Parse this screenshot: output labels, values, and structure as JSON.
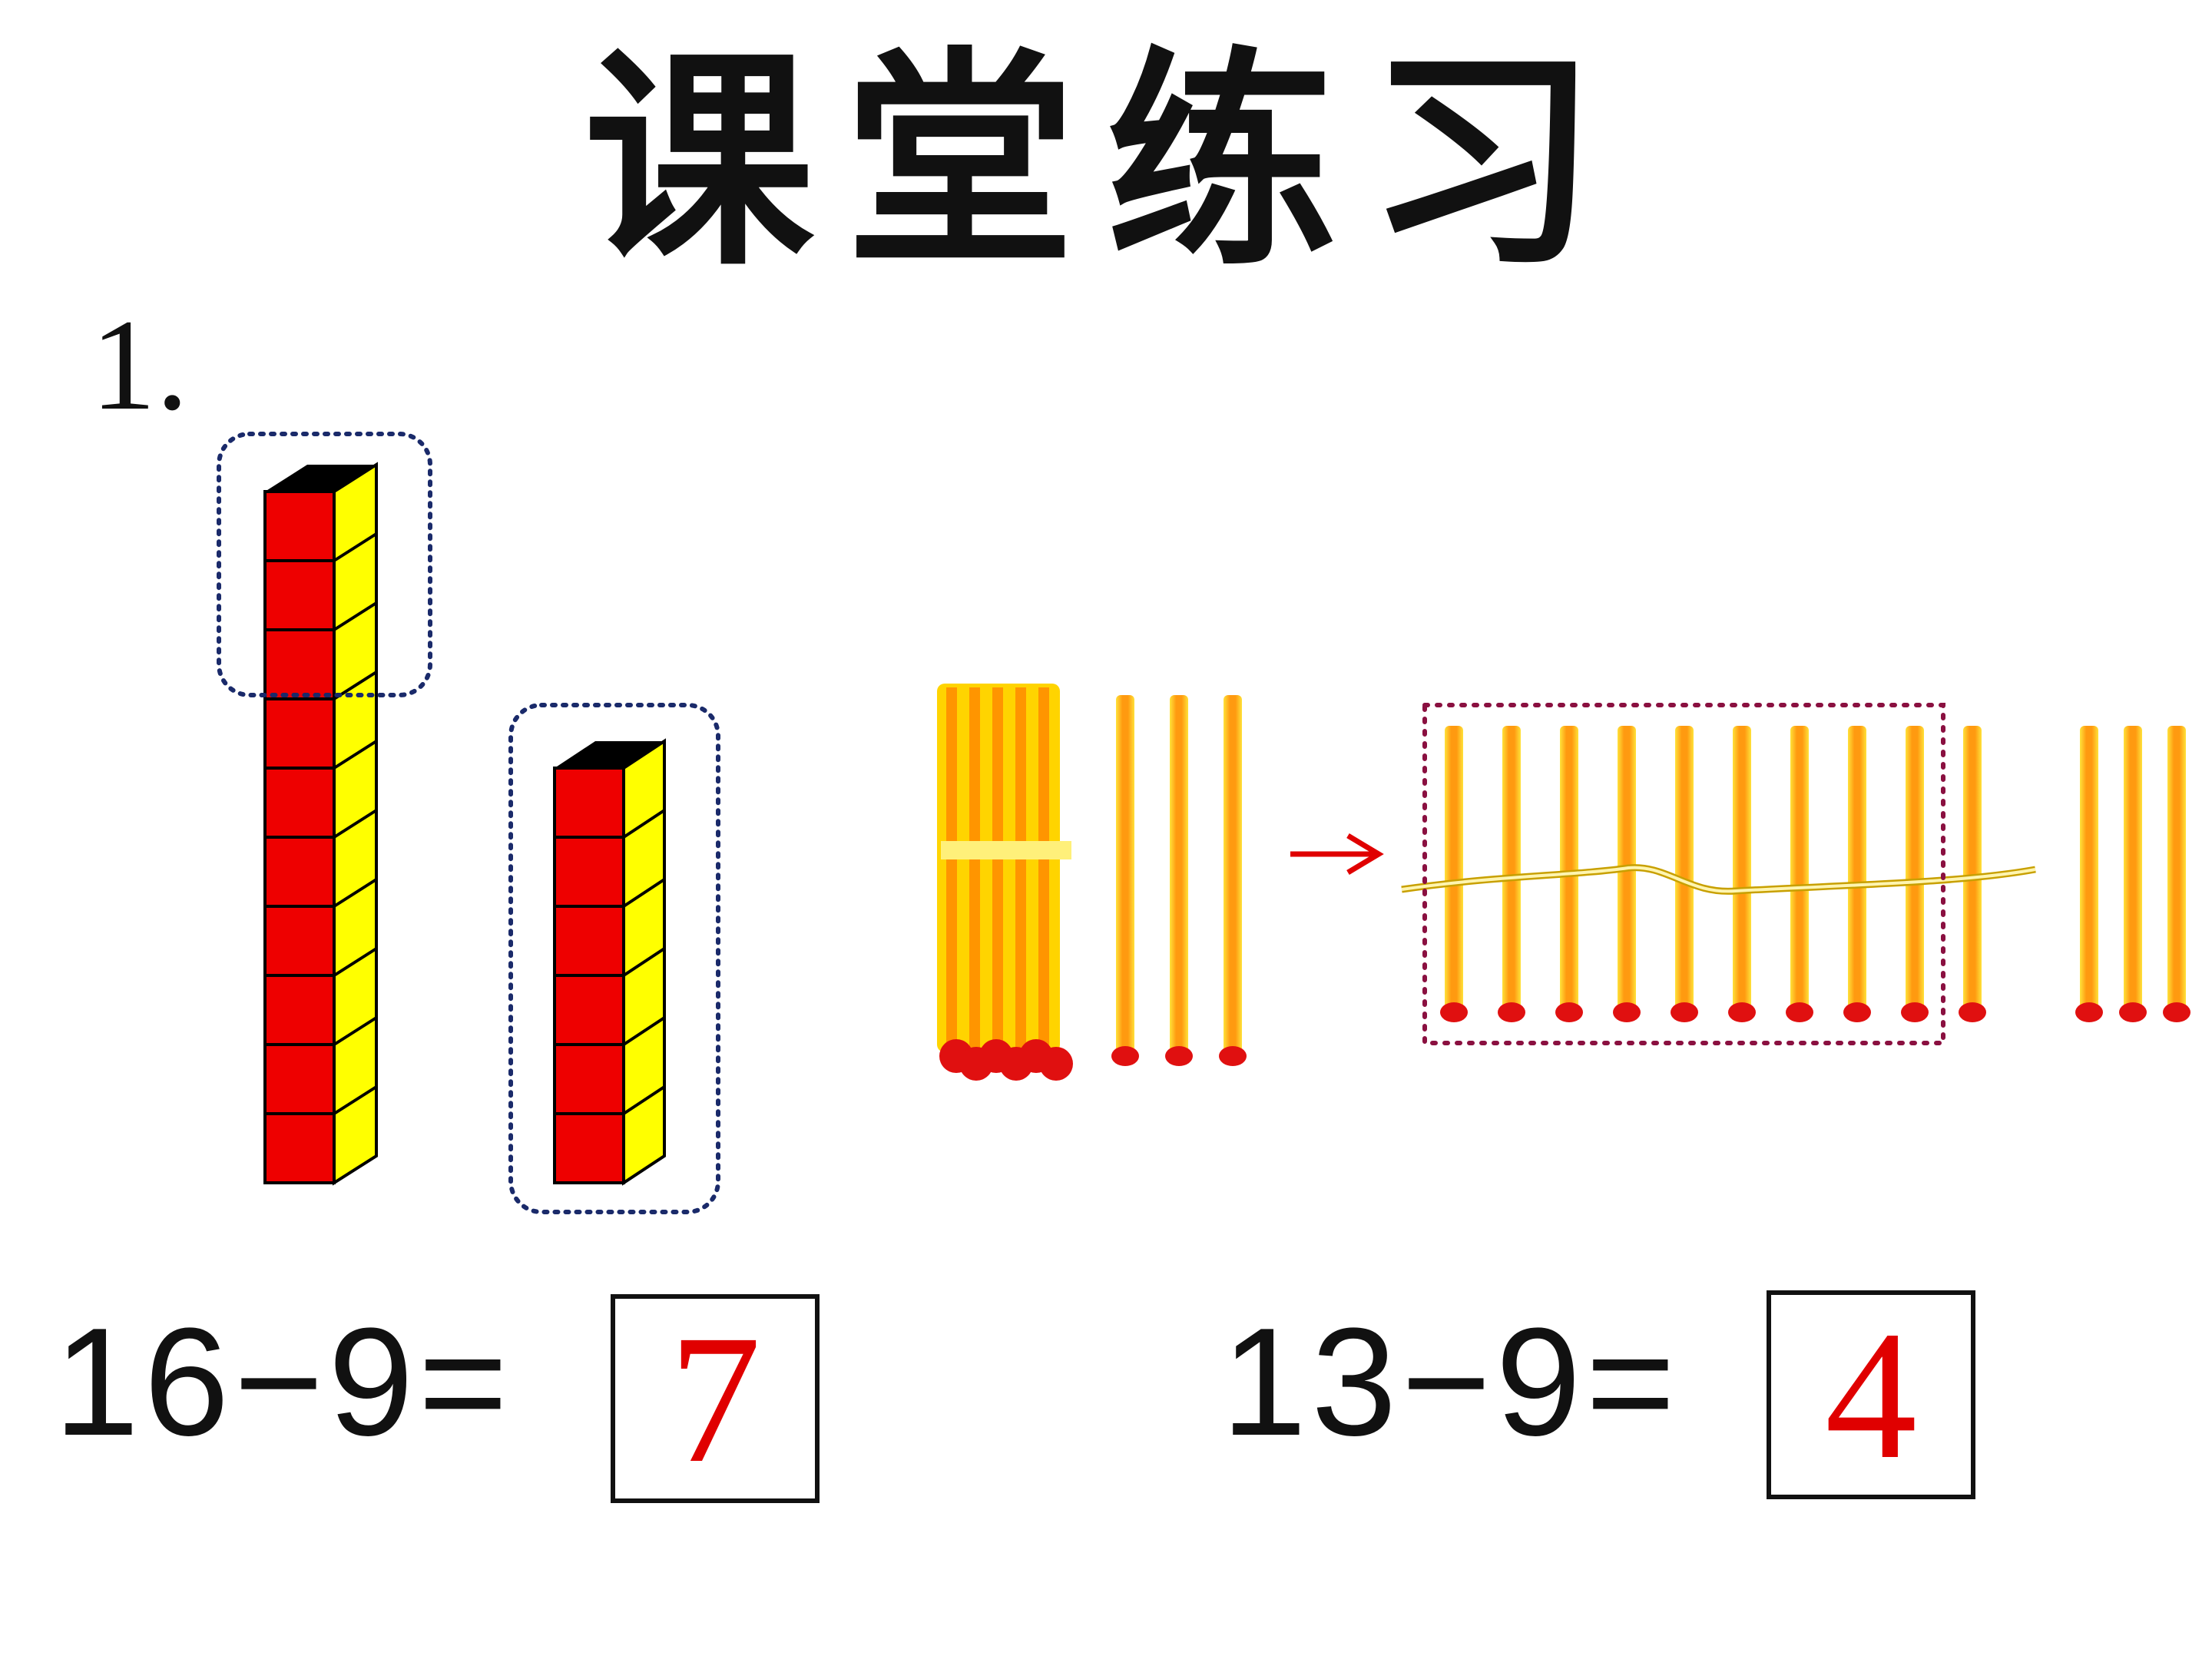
{
  "page": {
    "title": "课堂练习",
    "question_number": "1."
  },
  "exercise_left": {
    "expression": "16−9=",
    "answer": "7",
    "blocks_total": 16,
    "blocks_grouped": 3,
    "blocks_separate_group": 6
  },
  "exercise_right": {
    "expression": "13−9=",
    "answer": "4",
    "bundle_of_ten": 1,
    "loose_sticks": 3,
    "sticks_after_unbundle": 13,
    "sticks_grouped": 9
  },
  "colors": {
    "block_front": "#ee0000",
    "block_side": "#ffff00",
    "block_top": "#000000",
    "stick_body": "#ffd400",
    "stick_core": "#ff8a00",
    "stick_head": "#e01010",
    "dotted_group_left": "#1a2a6a",
    "dotted_group_right": "#8a1040",
    "answer": "#e00000",
    "arrow": "#e00000"
  }
}
